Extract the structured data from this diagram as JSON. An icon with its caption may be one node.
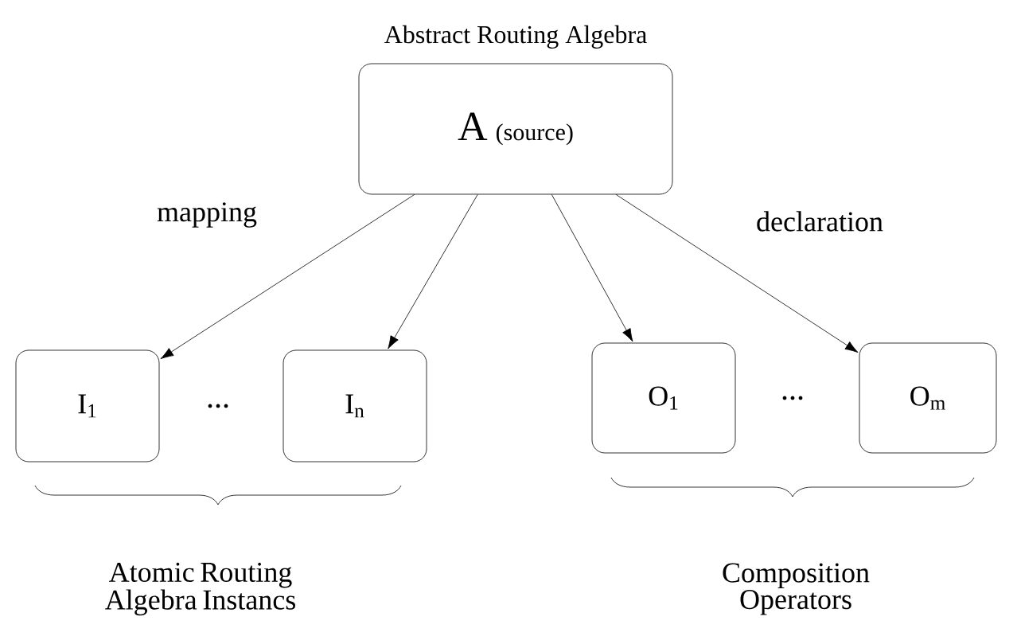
{
  "diagram": {
    "nodes": [
      {
        "text": [
          "Abstract Routing Algebra",
          "A",
          "(source)"
        ]
      },
      {
        "text": [
          "I$_{1}$"
        ]
      },
      {
        "text": [
          "I$_{n}$"
        ]
      },
      {
        "text": [
          "O$_{1}$"
        ]
      },
      {
        "text": [
          "O$_{m}$"
        ]
      }
    ],
    "edges": [
      {
        "from": 0,
        "to": 1,
        "arrow": "to",
        "label": "mapping"
      },
      {
        "from": 0,
        "to": 2,
        "arrow": "to"
      },
      {
        "from": 0,
        "to": 3,
        "arrow": "to"
      },
      {
        "from": 0,
        "to": 4,
        "arrow": "to",
        "label": "declaration"
      }
    ],
    "labels": [
      "...",
      "...",
      "Atomic Routing Algebra Instancs",
      "Composition Operators"
    ]
  }
}
